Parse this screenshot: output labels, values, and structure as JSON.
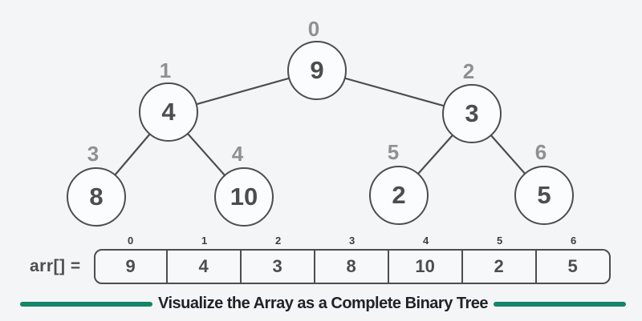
{
  "colors": {
    "background": "#f4f5f7",
    "stroke": "#4d4d4d",
    "node_fill": "#fbfcfd",
    "index_gray": "#8f9091",
    "accent_green": "#148567",
    "caption_text": "#1d2328"
  },
  "tree": {
    "nodes": [
      {
        "index": "0",
        "value": "9"
      },
      {
        "index": "1",
        "value": "4"
      },
      {
        "index": "2",
        "value": "3"
      },
      {
        "index": "3",
        "value": "8"
      },
      {
        "index": "4",
        "value": "10"
      },
      {
        "index": "5",
        "value": "2"
      },
      {
        "index": "6",
        "value": "5"
      }
    ]
  },
  "array": {
    "label": "arr[] =",
    "cells": [
      {
        "index": "0",
        "value": "9"
      },
      {
        "index": "1",
        "value": "4"
      },
      {
        "index": "2",
        "value": "3"
      },
      {
        "index": "3",
        "value": "8"
      },
      {
        "index": "4",
        "value": "10"
      },
      {
        "index": "5",
        "value": "2"
      },
      {
        "index": "6",
        "value": "5"
      }
    ]
  },
  "caption": "Visualize the Array as a Complete Binary Tree"
}
